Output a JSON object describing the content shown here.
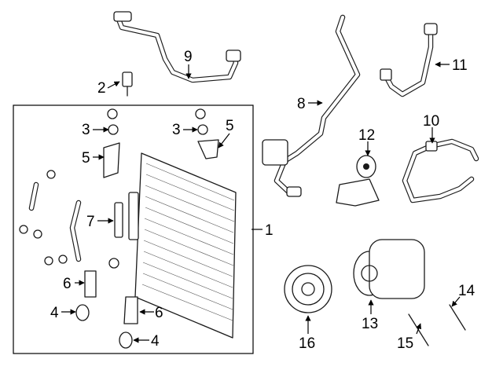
{
  "callouts": [
    "1",
    "2",
    "3",
    "3",
    "4",
    "4",
    "5",
    "5",
    "6",
    "6",
    "7",
    "8",
    "9",
    "10",
    "11",
    "12",
    "13",
    "14",
    "15",
    "16"
  ],
  "colors": {
    "line": "#1a1a1a",
    "background": "#ffffff"
  },
  "icons": [
    "arrowhead-icon"
  ]
}
